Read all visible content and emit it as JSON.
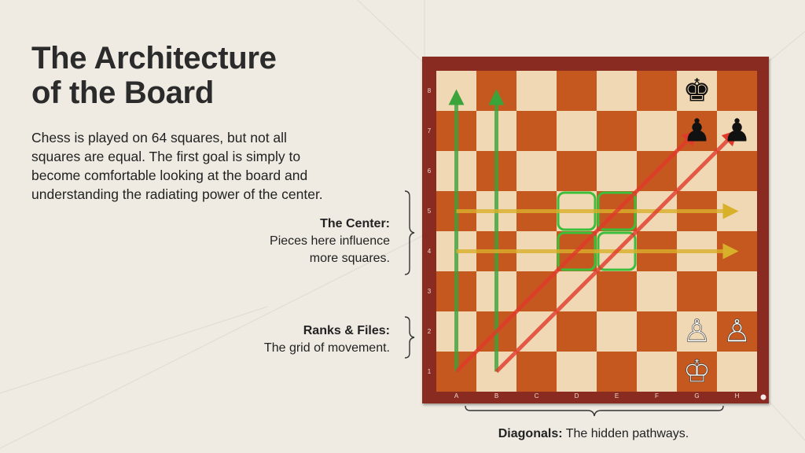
{
  "title": {
    "line1": "The Architecture",
    "line2": "of the Board"
  },
  "intro": "Chess is played on 64 squares, but not all squares are equal. The first goal is simply to become comfortable looking at the board and understanding the radiating power of the center.",
  "callouts": {
    "center": {
      "heading": "The Center:",
      "line1": "Pieces here influence",
      "line2": "more squares."
    },
    "ranks_files": {
      "heading": "Ranks & Files:",
      "line1": "The grid of movement."
    }
  },
  "caption": {
    "bold": "Diagonals:",
    "text": " The hidden pathways."
  },
  "board": {
    "files": [
      "A",
      "B",
      "C",
      "D",
      "E",
      "F",
      "G",
      "H"
    ],
    "ranks": [
      "8",
      "7",
      "6",
      "5",
      "4",
      "3",
      "2",
      "1"
    ],
    "highlighted_squares": [
      "d5",
      "e5",
      "d4",
      "e4"
    ],
    "pieces": [
      {
        "square": "g8",
        "piece": "black-king",
        "glyph": "♚"
      },
      {
        "square": "g7",
        "piece": "black-pawn",
        "glyph": "♟"
      },
      {
        "square": "h7",
        "piece": "black-pawn",
        "glyph": "♟"
      },
      {
        "square": "g2",
        "piece": "white-pawn",
        "glyph": "♙"
      },
      {
        "square": "h2",
        "piece": "white-pawn",
        "glyph": "♙"
      },
      {
        "square": "g1",
        "piece": "white-king",
        "glyph": "♔"
      }
    ],
    "arrows": [
      {
        "name": "file-a-arrow",
        "color": "#3aa33a",
        "from": "a1",
        "to": "a8"
      },
      {
        "name": "file-b-arrow",
        "color": "#3aa33a",
        "from": "b1",
        "to": "b8"
      },
      {
        "name": "rank-5-arrow",
        "color": "#d9b02a",
        "from": "a5",
        "to": "h5"
      },
      {
        "name": "rank-4-arrow",
        "color": "#d9b02a",
        "from": "a4",
        "to": "h4"
      },
      {
        "name": "diagonal-a1-g7-arrow",
        "color": "#e03a2a",
        "from": "a1",
        "to": "g7"
      },
      {
        "name": "diagonal-b1-h7-arrow",
        "color": "#e03a2a",
        "from": "b1",
        "to": "h7"
      }
    ],
    "colors": {
      "light": "#f0d8b4",
      "dark": "#c5581f",
      "frame": "#8a2b22",
      "highlight": "#3bbf3b"
    }
  }
}
